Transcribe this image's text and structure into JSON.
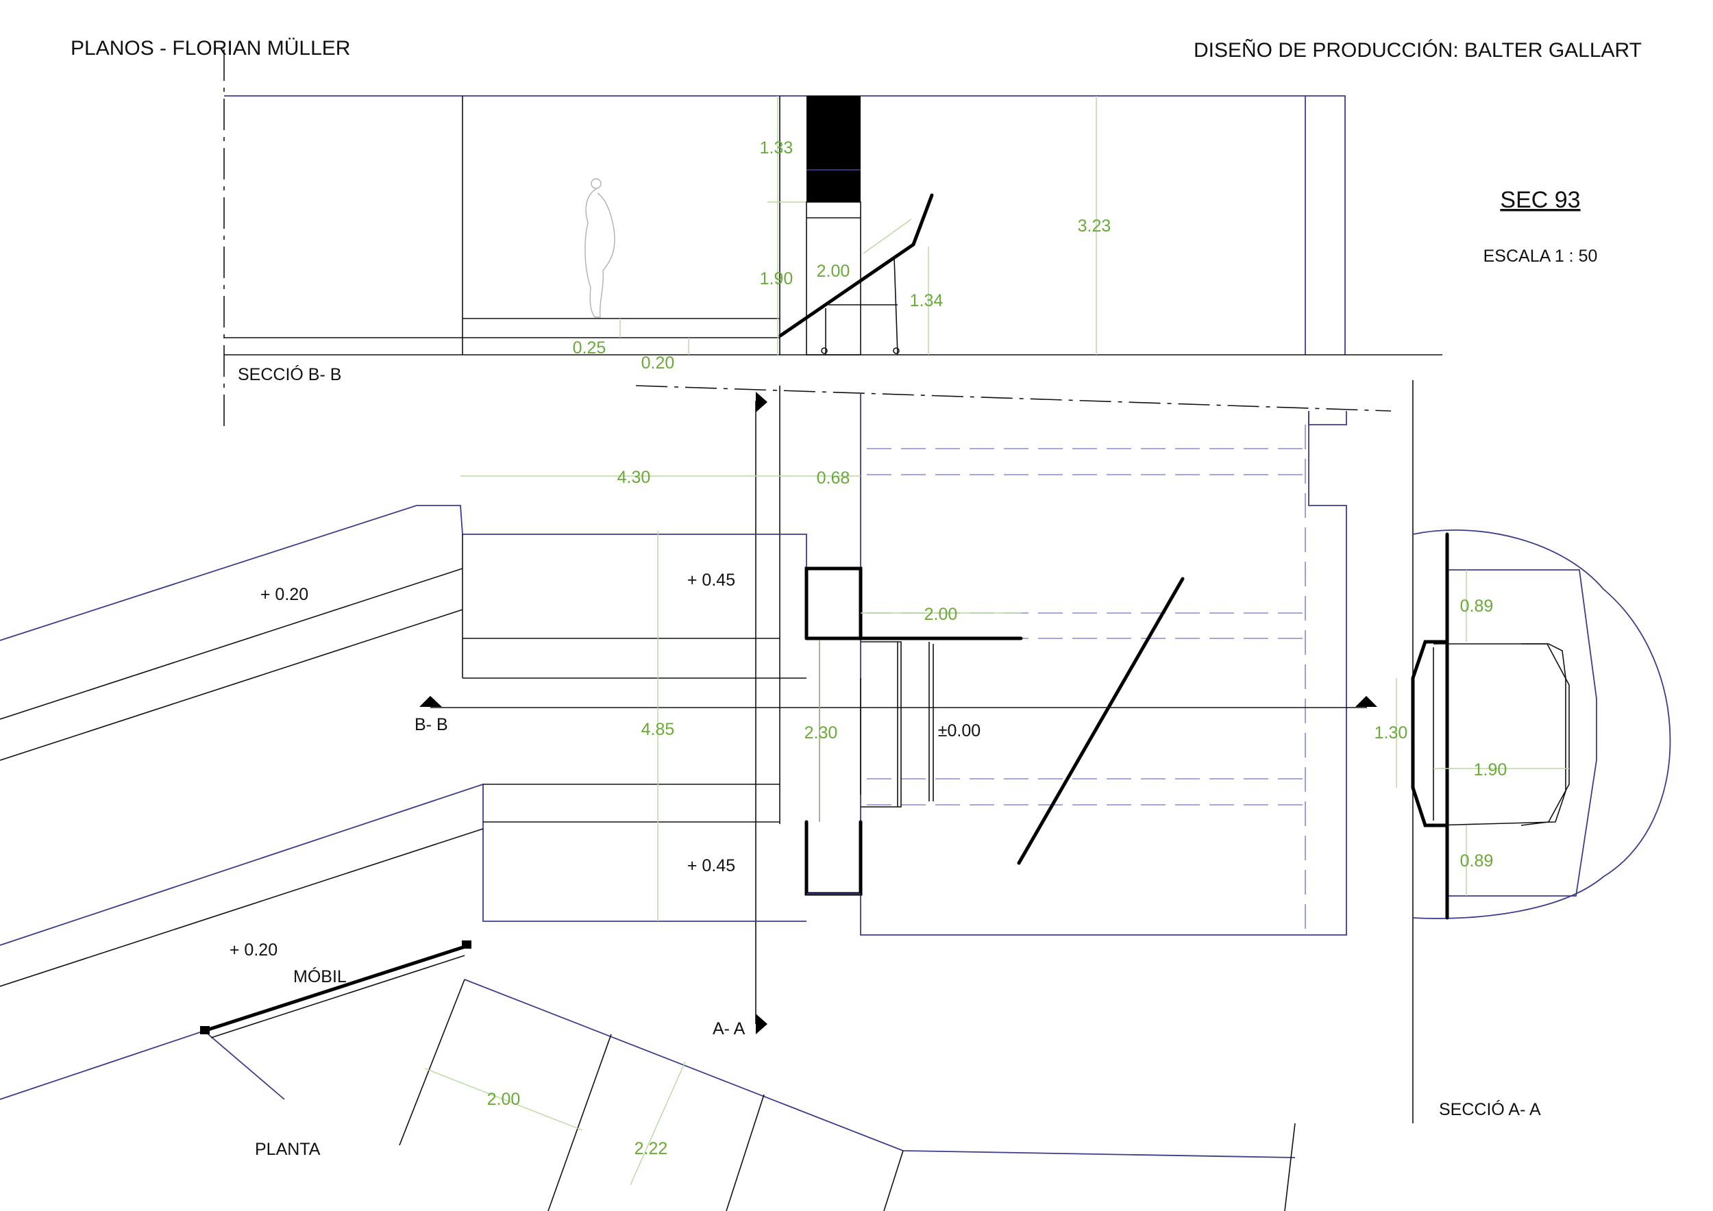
{
  "header": {
    "left_title": "PLANOS - FLORIAN MÜLLER",
    "right_title": "DISEÑO DE PRODUCCIÓN: BALTER GALLART"
  },
  "sheet": {
    "section_number": "SEC 93",
    "scale": "ESCALA 1 : 50"
  },
  "colors": {
    "dimension_text": "#6aaa38",
    "outline_blue": "#3c3c8c",
    "lines": "#111111"
  },
  "section_bb": {
    "title": "SECCIÓ B- B",
    "dimensions": {
      "d133": "1.33",
      "d190": "1.90",
      "d200": "2.00",
      "d134": "1.34",
      "d323": "3.23",
      "d025": "0.25",
      "d020": "0.20"
    }
  },
  "plan": {
    "title": "PLANTA",
    "cut_bb": "B- B",
    "cut_aa": "A- A",
    "levels": {
      "left_top": "+ 0.20",
      "left_bottom": "+ 0.20",
      "mid_top": "+ 0.45",
      "mid_bottom": "+ 0.45",
      "center": "±0.00"
    },
    "movable_label": "MÓBIL",
    "dimensions": {
      "d430": "4.30",
      "d068": "0.68",
      "d200_top": "2.00",
      "d485": "4.85",
      "d230": "2.30",
      "d200_low": "2.00",
      "d222": "2.22"
    }
  },
  "section_aa": {
    "title": "SECCIÓ A- A",
    "dimensions": {
      "d089_top": "0.89",
      "d130": "1.30",
      "d190": "1.90",
      "d089_bottom": "0.89"
    }
  }
}
